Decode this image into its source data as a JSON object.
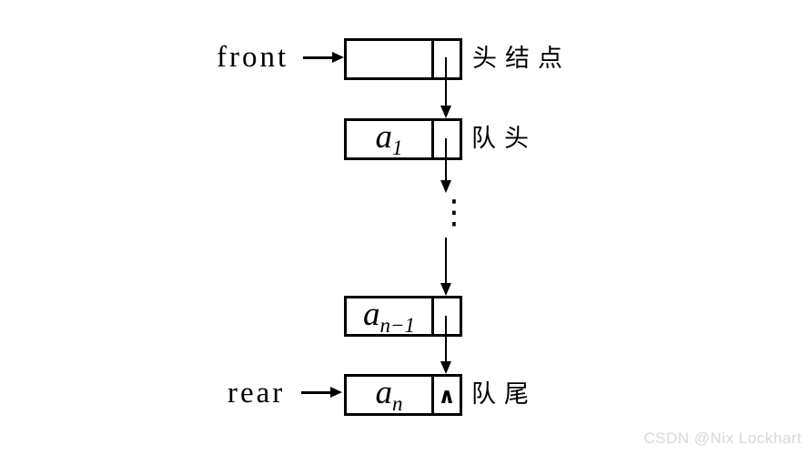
{
  "diagram": {
    "kind": "linked-queue",
    "front_label": "front",
    "rear_label": "rear",
    "nodes": [
      {
        "id": "head",
        "value_main": "",
        "value_sub": "",
        "annotation": "头结点",
        "null_glyph": ""
      },
      {
        "id": "a1",
        "value_main": "a",
        "value_sub": "1",
        "annotation": "队头",
        "null_glyph": ""
      },
      {
        "id": "an-1",
        "value_main": "a",
        "value_sub": "n−1",
        "annotation": "",
        "null_glyph": ""
      },
      {
        "id": "an",
        "value_main": "a",
        "value_sub": "n",
        "annotation": "队尾",
        "null_glyph": "∧"
      }
    ],
    "ellipsis": "⋮",
    "colors": {
      "line": "#000000",
      "background": "#ffffff",
      "watermark": "#d8d8d8"
    }
  },
  "watermark": {
    "text": "CSDN @Nix Lockhart"
  }
}
